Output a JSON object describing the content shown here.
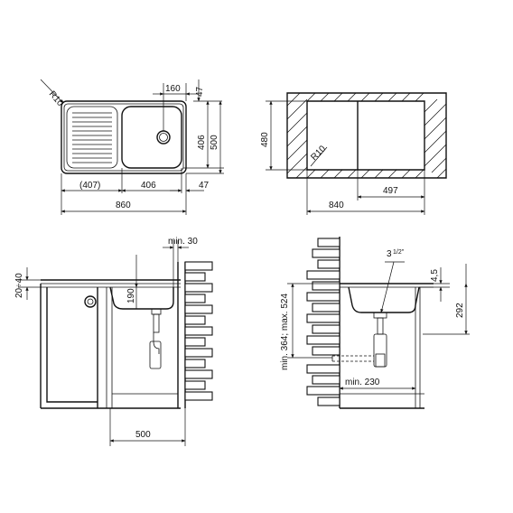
{
  "diagram": {
    "top_left_sink_plan": {
      "radius_label": "R10",
      "dim_160": "160",
      "dim_47_top": "47",
      "dim_406_vertical": "406",
      "dim_500_vertical": "500",
      "dim_407": "(407)",
      "dim_406_horizontal": "406",
      "dim_47_bottom": "47",
      "dim_860": "860"
    },
    "top_right_cutout": {
      "dim_480": "480",
      "radius_label": "R10",
      "dim_497": "497",
      "dim_840": "840"
    },
    "bottom_left_side_view": {
      "dim_min_30": "min. 30",
      "dim_20_40": "20÷40",
      "dim_190": "190",
      "dim_500": "500"
    },
    "bottom_right_siphon_view": {
      "dim_siphon_size": "3",
      "dim_siphon_size_fraction": "1/2\"",
      "dim_4_5": "4,5",
      "dim_min_364_max_524": "min. 364; max. 524",
      "dim_292": "292",
      "dim_min_230": "min. 230"
    }
  }
}
